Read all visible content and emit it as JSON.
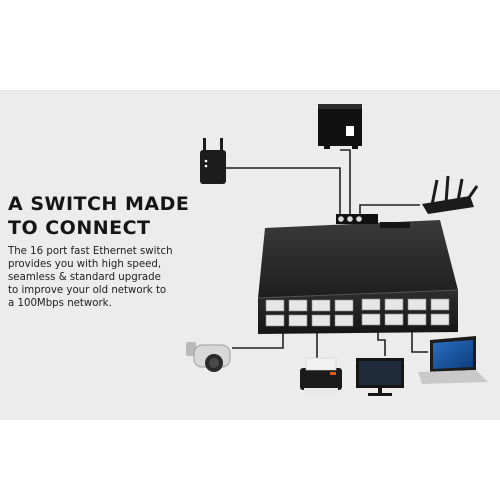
{
  "headline": {
    "line1": "A SWITCH MADE",
    "line2": "TO CONNECT"
  },
  "description": {
    "line1": "The 16 port fast Ethernet switch",
    "line2": "provides you with high speed,",
    "line3": "seamless & standard upgrade",
    "line4": "to improve your old network to",
    "line5": "a 100Mbps network."
  },
  "colors": {
    "switch_body": "#2a2a2a",
    "banner_bg": "#ececec",
    "cable": "#222222"
  },
  "icons": [
    "range-extender-icon",
    "subwoofer-speaker-icon",
    "wifi-router-icon",
    "network-switch-icon",
    "cctv-camera-icon",
    "printer-icon",
    "monitor-icon",
    "laptop-icon"
  ]
}
